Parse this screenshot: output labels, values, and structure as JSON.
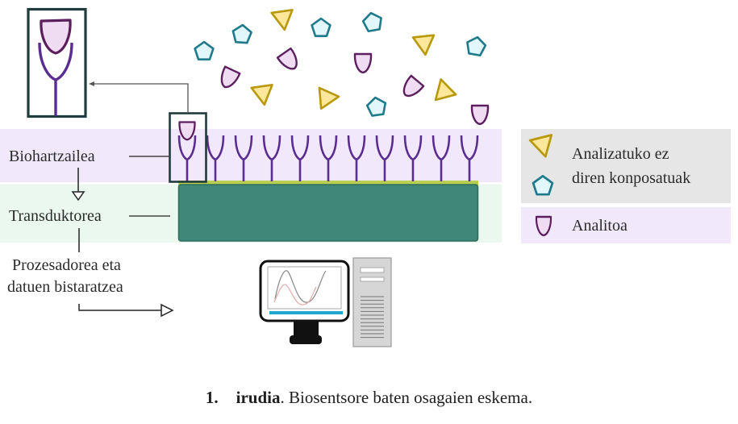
{
  "figure": {
    "labels": {
      "bioreceptor": "Biohartzailea",
      "transducer": "Transduktorea",
      "processor_line1": "Prozesadorea eta",
      "processor_line2": "datuen bistaratzea"
    },
    "legend": {
      "non_analyte_line1": "Analizatuko ez",
      "non_analyte_line2": "diren konposatuak",
      "analyte": "Analitoa"
    },
    "caption": {
      "number": "1.",
      "title_bold": "irudia",
      "text": ". Biosentsore baten osagaien eskema."
    },
    "colors": {
      "bioreceptor_band": "#f1e9fb",
      "transducer_band": "#eaf8ef",
      "transducer_block": "#408777",
      "transducer_top_strip": "#b9cf4f",
      "antibody": "#5a2d91",
      "analyte_stroke": "#5c1f5e",
      "analyte_fill": "#f0dcf2",
      "triangle_stroke": "#b8990d",
      "triangle_fill": "#fce79a",
      "pentagon_stroke": "#1f7a8c",
      "pentagon_fill": "#e2f7fb",
      "legend_grey": "#e6e6e6",
      "legend_purple": "#f1e9fb",
      "screen_bar": "#1ea6cf"
    },
    "free_molecules": {
      "pentagons": 6,
      "triangles": 5,
      "analytes": 5
    },
    "immobilized_antibodies": 11
  }
}
